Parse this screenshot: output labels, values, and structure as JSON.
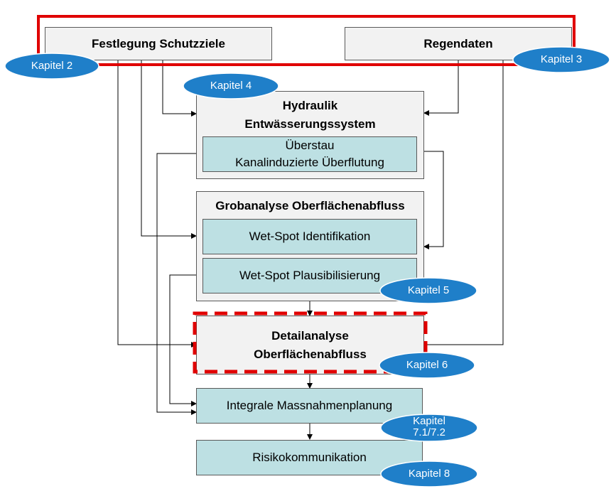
{
  "boxes": {
    "schutzziele": "Festlegung Schutzziele",
    "regendaten": "Regendaten",
    "hydraulik_line1": "Hydraulik",
    "hydraulik_line2": "Entwässerungssystem",
    "ueberstau_line1": "Überstau",
    "ueberstau_line2": "Kanalinduzierte Überflutung",
    "grobanalyse": "Grobanalyse Oberflächenabfluss",
    "wetspot_ident": "Wet-Spot Identifikation",
    "wetspot_plaus": "Wet-Spot Plausibilisierung",
    "detail_line1": "Detailanalyse",
    "detail_line2": "Oberflächenabfluss",
    "massnahmen": "Integrale Massnahmenplanung",
    "risiko": "Risikokommunikation"
  },
  "chapters": {
    "k2": "Kapitel 2",
    "k3": "Kapitel 3",
    "k4": "Kapitel 4",
    "k5": "Kapitel 5",
    "k6": "Kapitel 6",
    "k7_line1": "Kapitel",
    "k7_line2": "7.1/7.2",
    "k8": "Kapitel 8"
  },
  "colors": {
    "box_grey": "#f2f2f2",
    "box_teal": "#bde0e3",
    "chapter_ellipse": "#1f7fc9",
    "highlight_red": "#e00000"
  }
}
